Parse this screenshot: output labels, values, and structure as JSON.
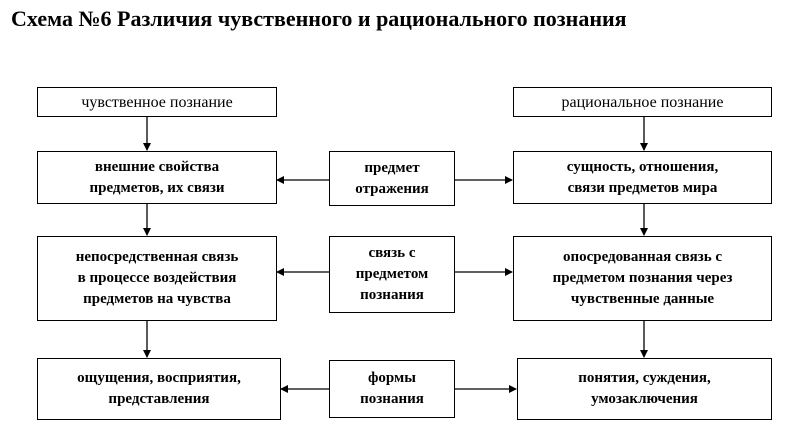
{
  "title": "Схема №6 Различия чувственного и рационального познания",
  "left": {
    "header": "чувственное познание",
    "properties": "внешние свойства\nпредметов, их связи",
    "connection": "непосредственная связь\nв процессе воздействия\nпредметов на чувства",
    "forms": "ощущения, восприятия,\nпредставления"
  },
  "center": {
    "subject": "предмет\nотражения",
    "connection": "связь с\nпредметом\nпознания",
    "forms": "формы\nпознания"
  },
  "right": {
    "header": "рациональное познание",
    "properties": "сущность,  отношения,\nсвязи предметов   мира",
    "connection": "опосредованная связь с\nпредметом познания через\nчувственные данные",
    "forms": "понятия, суждения,\nумозаключения"
  }
}
